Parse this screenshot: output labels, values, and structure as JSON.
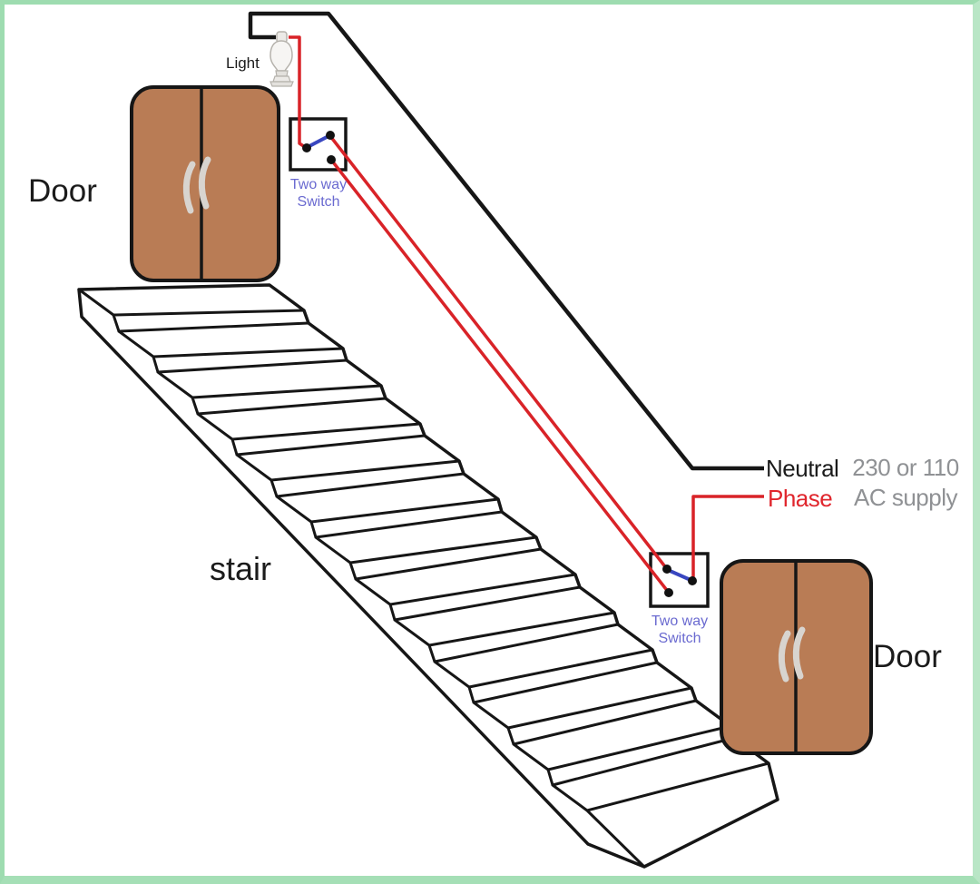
{
  "diagram": {
    "labels": {
      "light": "Light",
      "door_top": "Door",
      "door_bottom": "Door",
      "stair": "stair",
      "neutral": "Neutral",
      "phase": "Phase",
      "supply_line1": "230 or 110",
      "supply_line2": "AC supply",
      "switch_top": {
        "line1": "Two way",
        "line2": "Switch"
      },
      "switch_bottom": {
        "line1": "Two way",
        "line2": "Switch"
      }
    },
    "icons": {
      "light_fixture": "light-bulb-pendant-icon",
      "door_handles": "curved-door-handle-icon"
    },
    "colors": {
      "frame_green": "#9edcb0",
      "wire_black": "#161616",
      "wire_red": "#d92328",
      "switch_lever_blue": "#3947c0",
      "switch_terminal_black": "#111111",
      "switch_label_blue": "#6a6ad0",
      "phase_text_red": "#e0262d",
      "supply_text_gray": "#8f9194",
      "door_brown": "#b97c55",
      "door_handle_gray": "#d8d4cf",
      "background_white": "#ffffff"
    }
  }
}
